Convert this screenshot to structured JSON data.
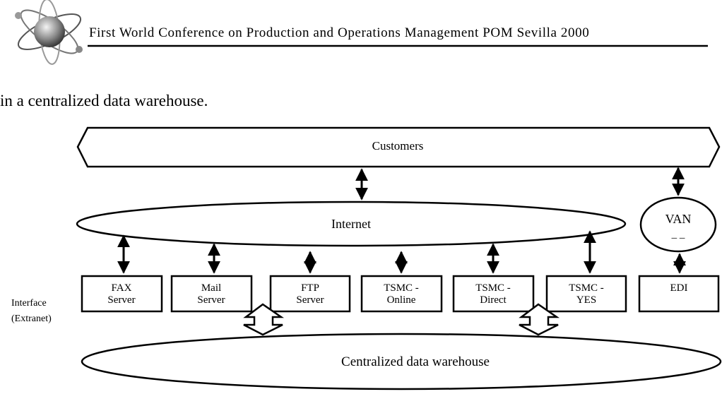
{
  "header": {
    "conference_title": "First World Conference on Production and Operations Management POM Sevilla 2000"
  },
  "body_text": "in a centralized data warehouse.",
  "diagram": {
    "customers": "Customers",
    "internet": "Internet",
    "van_label": "VAN",
    "van_sub": "_ _",
    "interface_label_line1": "Interface",
    "interface_label_line2": "(Extranet)",
    "warehouse": "Centralized data warehouse",
    "servers": [
      {
        "line1": "FAX",
        "line2": "Server"
      },
      {
        "line1": "Mail",
        "line2": "Server"
      },
      {
        "line1": "FTP",
        "line2": "Server"
      },
      {
        "line1": "TSMC -",
        "line2": "Online"
      },
      {
        "line1": "TSMC -",
        "line2": "Direct"
      },
      {
        "line1": "TSMC -",
        "line2": "YES"
      },
      {
        "line1": "EDI",
        "line2": ""
      }
    ]
  }
}
